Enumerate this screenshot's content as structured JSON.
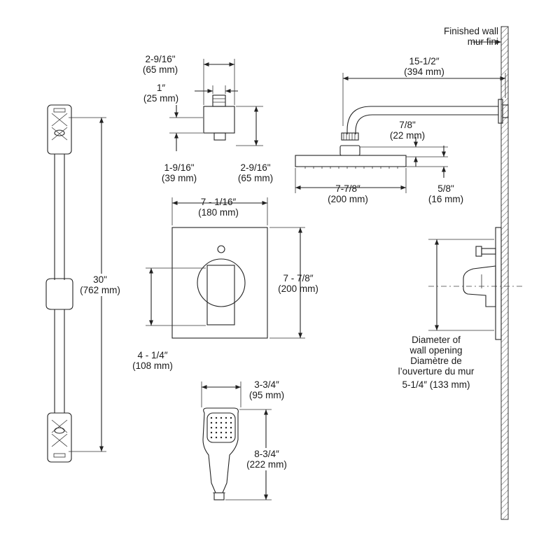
{
  "wall": {
    "en": "Finished wall",
    "fr": "mur fini"
  },
  "dims": {
    "arm_length": {
      "in": "15-1/2″",
      "mm": "(394 mm)"
    },
    "arm_drop": {
      "in": "7/8\"",
      "mm": "(22 mm)"
    },
    "head_width": {
      "in": "7-7/8″",
      "mm": "(200 mm)"
    },
    "head_thickness": {
      "in": "5/8\"",
      "mm": "(16 mm)"
    },
    "elbow_width": {
      "in": "2-9/16\"",
      "mm": "(65 mm)"
    },
    "elbow_outlet": {
      "in": "1″",
      "mm": "(25 mm)"
    },
    "elbow_depth": {
      "in": "1-9/16\"",
      "mm": "(39 mm)"
    },
    "elbow_height": {
      "in": "2-9/16\"",
      "mm": "(65 mm)"
    },
    "trim_width": {
      "in": "7 - 1/16″",
      "mm": "(180 mm)"
    },
    "trim_height": {
      "in": "7 - 7/8″",
      "mm": "(200 mm)"
    },
    "handle_offset": {
      "in": "4 - 1/4″",
      "mm": "(108 mm)"
    },
    "bar_length": {
      "in": "30\"",
      "mm": "(762 mm)"
    },
    "hand_width": {
      "in": "3-3/4″",
      "mm": "(95 mm)"
    },
    "hand_length": {
      "in": "8-3/4″",
      "mm": "(222 mm)"
    }
  },
  "opening": {
    "en1": "Diameter of",
    "en2": "wall opening",
    "fr1": "Diamètre de",
    "fr2": "l’ouverture du mur",
    "size": "5-1/4″ (133 mm)"
  }
}
